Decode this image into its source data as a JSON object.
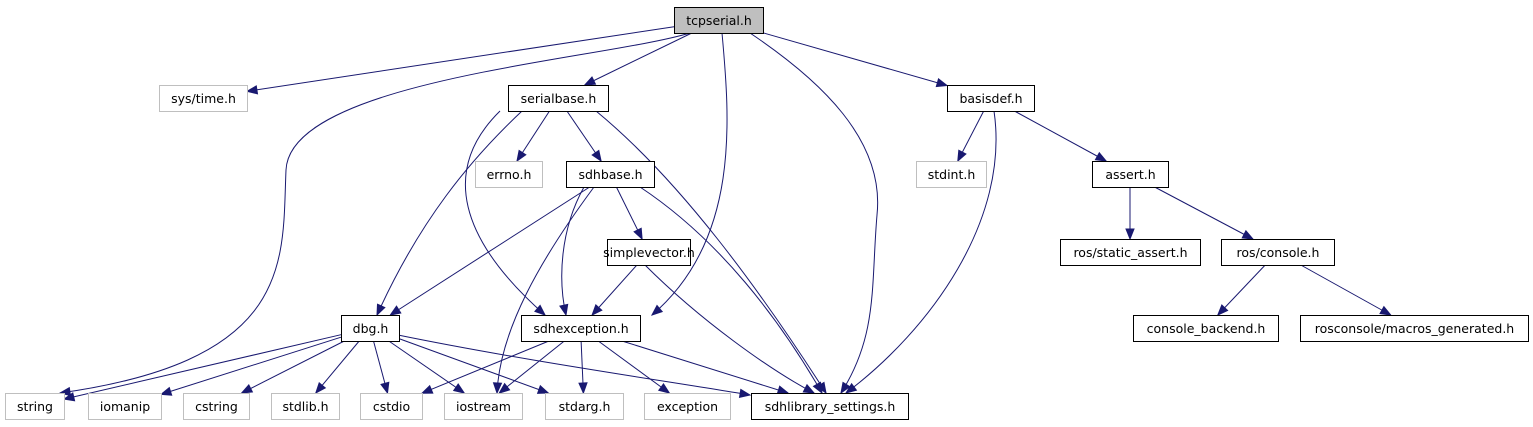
{
  "diagram": {
    "type": "include-dependency-graph",
    "root": "tcpserial.h",
    "nodes": [
      {
        "id": "tcpserial",
        "label": "tcpserial.h",
        "style": "root"
      },
      {
        "id": "systime",
        "label": "sys/time.h",
        "style": "external"
      },
      {
        "id": "serialbase",
        "label": "serialbase.h",
        "style": "documented"
      },
      {
        "id": "basisdef",
        "label": "basisdef.h",
        "style": "documented"
      },
      {
        "id": "errno",
        "label": "errno.h",
        "style": "external"
      },
      {
        "id": "sdhbase",
        "label": "sdhbase.h",
        "style": "documented"
      },
      {
        "id": "stdint",
        "label": "stdint.h",
        "style": "external"
      },
      {
        "id": "assert",
        "label": "assert.h",
        "style": "documented"
      },
      {
        "id": "simplevector",
        "label": "simplevector.h",
        "style": "documented"
      },
      {
        "id": "rosstatic",
        "label": "ros/static_assert.h",
        "style": "documented"
      },
      {
        "id": "rosconsole",
        "label": "ros/console.h",
        "style": "documented"
      },
      {
        "id": "dbg",
        "label": "dbg.h",
        "style": "documented"
      },
      {
        "id": "sdhexception",
        "label": "sdhexception.h",
        "style": "documented"
      },
      {
        "id": "consolebackend",
        "label": "console_backend.h",
        "style": "documented"
      },
      {
        "id": "macrosgen",
        "label": "rosconsole/macros_generated.h",
        "style": "documented"
      },
      {
        "id": "string",
        "label": "string",
        "style": "external"
      },
      {
        "id": "iomanip",
        "label": "iomanip",
        "style": "external"
      },
      {
        "id": "cstring",
        "label": "cstring",
        "style": "external"
      },
      {
        "id": "stdlib",
        "label": "stdlib.h",
        "style": "external"
      },
      {
        "id": "cstdio",
        "label": "cstdio",
        "style": "external"
      },
      {
        "id": "iostream",
        "label": "iostream",
        "style": "external"
      },
      {
        "id": "stdarg",
        "label": "stdarg.h",
        "style": "external"
      },
      {
        "id": "exception",
        "label": "exception",
        "style": "external"
      },
      {
        "id": "sdhsettings",
        "label": "sdhlibrary_settings.h",
        "style": "documented"
      }
    ],
    "edges": [
      [
        "tcpserial",
        "systime"
      ],
      [
        "tcpserial",
        "serialbase"
      ],
      [
        "tcpserial",
        "basisdef"
      ],
      [
        "tcpserial",
        "string"
      ],
      [
        "tcpserial",
        "sdhexception"
      ],
      [
        "tcpserial",
        "sdhsettings"
      ],
      [
        "serialbase",
        "errno"
      ],
      [
        "serialbase",
        "sdhbase"
      ],
      [
        "serialbase",
        "dbg"
      ],
      [
        "serialbase",
        "sdhexception"
      ],
      [
        "serialbase",
        "sdhsettings"
      ],
      [
        "basisdef",
        "stdint"
      ],
      [
        "basisdef",
        "assert"
      ],
      [
        "basisdef",
        "sdhsettings"
      ],
      [
        "assert",
        "rosstatic"
      ],
      [
        "assert",
        "rosconsole"
      ],
      [
        "rosconsole",
        "consolebackend"
      ],
      [
        "rosconsole",
        "macrosgen"
      ],
      [
        "sdhbase",
        "simplevector"
      ],
      [
        "sdhbase",
        "dbg"
      ],
      [
        "sdhbase",
        "sdhexception"
      ],
      [
        "sdhbase",
        "iostream"
      ],
      [
        "sdhbase",
        "sdhsettings"
      ],
      [
        "simplevector",
        "sdhexception"
      ],
      [
        "simplevector",
        "sdhsettings"
      ],
      [
        "dbg",
        "string"
      ],
      [
        "dbg",
        "iomanip"
      ],
      [
        "dbg",
        "cstring"
      ],
      [
        "dbg",
        "stdlib"
      ],
      [
        "dbg",
        "cstdio"
      ],
      [
        "dbg",
        "iostream"
      ],
      [
        "dbg",
        "stdarg"
      ],
      [
        "dbg",
        "sdhsettings"
      ],
      [
        "sdhexception",
        "cstdio"
      ],
      [
        "sdhexception",
        "iostream"
      ],
      [
        "sdhexception",
        "stdarg"
      ],
      [
        "sdhexception",
        "exception"
      ],
      [
        "sdhexception",
        "sdhsettings"
      ]
    ]
  }
}
